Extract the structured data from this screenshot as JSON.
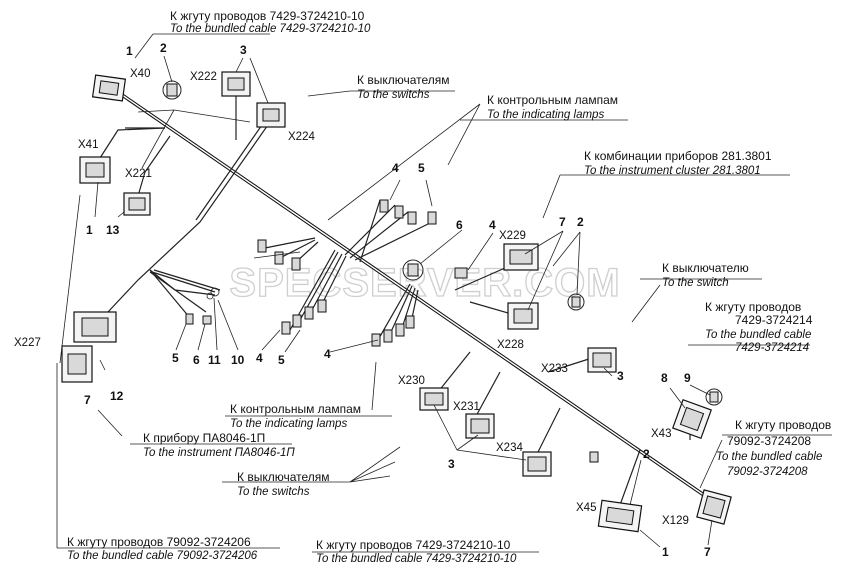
{
  "labels": {
    "top_bundle_ru": "К жгуту проводов 7429-3724210-10",
    "top_bundle_en": "To the bundled cable 7429-3724210-10",
    "switches1_ru": "К выключателям",
    "switches1_en": "To the switchs",
    "lamps1_ru": "К контрольным лампам",
    "lamps1_en": "To the indicating lamps",
    "cluster_ru": "К комбинации приборов 281.3801",
    "cluster_en": "To the instrument cluster 281.3801",
    "switch_ru": "К выключателю",
    "switch_en": "To the switch",
    "bundle214_ru1": "К жгуту проводов",
    "bundle214_ru2": "7429-3724214",
    "bundle214_en1": "To the bundled cable",
    "bundle214_en2": "7429-3724214",
    "lamps2_ru": "К контрольным лампам",
    "lamps2_en": "To the indicating lamps",
    "pa_ru": "К прибору ПА8046-1П",
    "pa_en": "To the instrument ПА8046-1П",
    "switches2_ru": "К выключателям",
    "switches2_en": "To the switchs",
    "bundle208_ru1": "К жгуту проводов",
    "bundle208_ru2": "79092-3724208",
    "bundle208_en1": "To the bundled cable",
    "bundle208_en2": "79092-3724208",
    "bundle206_ru": "К жгуту проводов 79092-3724206",
    "bundle206_en": "To the bundled cable 79092-3724206",
    "bottom_bundle_ru": "К жгуту проводов 7429-3724210-10",
    "bottom_bundle_en": "To the bundled cable 7429-3724210-10",
    "watermark": "SPECSERVER.COM"
  },
  "connectors": {
    "x40": "X40",
    "x222": "X222",
    "x224": "X224",
    "x41": "X41",
    "x221": "X221",
    "x227": "X227",
    "x229": "X229",
    "x228": "X228",
    "x233": "X233",
    "x230": "X230",
    "x231": "X231",
    "x234": "X234",
    "x43": "X43",
    "x45": "X45",
    "x129": "X129"
  },
  "numbers": {
    "n1a": "1",
    "n2a": "2",
    "n3a": "3",
    "n1b": "1",
    "n13": "13",
    "n4a": "4",
    "n5a": "5",
    "n6a": "6",
    "n4b": "4",
    "n7a": "7",
    "n2b": "2",
    "n5b": "5",
    "n6b": "6",
    "n11": "11",
    "n10": "10",
    "n4c": "4",
    "n5c": "5",
    "n4d": "4",
    "n7b": "7",
    "n12": "12",
    "n3b": "3",
    "n8": "8",
    "n9": "9",
    "n2c": "2",
    "n3c": "3",
    "n1c": "1",
    "n7c": "7"
  }
}
